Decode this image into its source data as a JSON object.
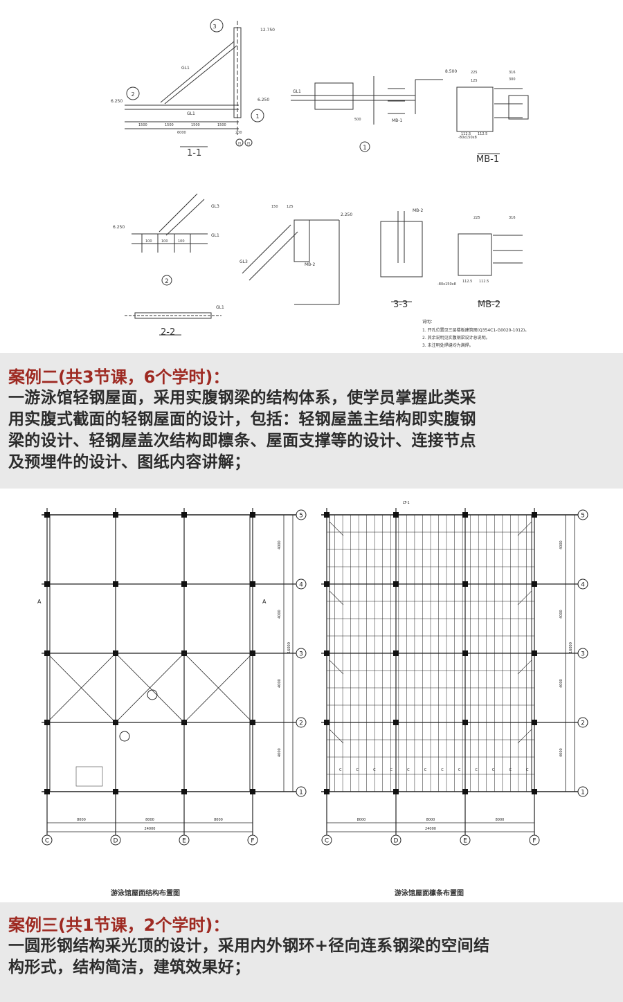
{
  "top_drawings": {
    "section_1_1": {
      "title": "1-1",
      "marks": [
        "3",
        "2",
        "1"
      ],
      "elevations": [
        "12.750",
        "6.250",
        "6.250"
      ],
      "beam_labels": [
        "GL1",
        "GL1"
      ],
      "dims": [
        "1500",
        "1500",
        "1500",
        "1500",
        "6000",
        "200"
      ],
      "axis_bubbles": [
        "H",
        "H"
      ]
    },
    "node_1": {
      "title": "1",
      "labels": [
        "GL1",
        "MB-1"
      ],
      "elevations": [
        "8.500"
      ],
      "dims": [
        "500"
      ]
    },
    "mb_1": {
      "title": "MB-1",
      "plate": "-80x150x8",
      "dims": [
        "225",
        "125",
        "112.5",
        "112.5",
        "300",
        "316"
      ]
    },
    "node_2": {
      "title": "2",
      "labels": [
        "GL3",
        "GL1"
      ],
      "elevations": [
        "6.250"
      ],
      "dims": [
        "100",
        "100",
        "100"
      ]
    },
    "node_2_2": {
      "title": "2-2",
      "labels": [
        "GL1"
      ]
    },
    "node_mb2": {
      "labels": [
        "GL3",
        "MB-2"
      ],
      "elevations": [
        "2.250"
      ],
      "dims": [
        "150",
        "125"
      ]
    },
    "section_3_3": {
      "title": "3-3",
      "labels": [
        "MB-2"
      ]
    },
    "mb_2": {
      "title": "MB-2",
      "plate": "-80x150x8",
      "dims": [
        "225",
        "112.5",
        "112.5",
        "316"
      ]
    },
    "notes": {
      "heading": "说明：",
      "items": [
        "1. 开孔位置见三层楼板建筑图(Q354C1-G0020-1012)。",
        "2. 其余说明见实腹钢梁设计总说明。",
        "3. 未注明处焊缝均为满焊。"
      ]
    }
  },
  "case2": {
    "heading": "案例二(共3节课，6个学时)：",
    "body_lines": [
      "一游泳馆轻钢屋面，采用实腹钢梁的结构体系，使学员掌握此类采",
      "用实腹式截面的轻钢屋面的设计，包括：轻钢屋盖主结构即实腹钢",
      "梁的设计、轻钢屋盖次结构即檩条、屋面支撑等的设计、连接节点",
      "及预埋件的设计、图纸内容讲解；"
    ]
  },
  "plans": {
    "left_title": "游泳馆屋面结构布置图",
    "right_title": "游泳馆屋面檩条布置图",
    "row_axes": [
      "5",
      "4",
      "3",
      "2",
      "1"
    ],
    "col_axes": [
      "C",
      "D",
      "E",
      "F"
    ],
    "section_mark": "A",
    "side_dims": [
      "4000",
      "4000",
      "4000",
      "4000",
      "16000"
    ],
    "bottom_dims": [
      "8000",
      "8000",
      "8000",
      "24000"
    ],
    "purlin_tags": [
      "LT-1",
      "C"
    ]
  },
  "case3": {
    "heading": "案例三(共1节课，2个学时)：",
    "body_lines": [
      "一圆形钢结构采光顶的设计，采用内外钢环+径向连系钢梁的空间结",
      "构形式，结构简洁，建筑效果好；"
    ]
  }
}
